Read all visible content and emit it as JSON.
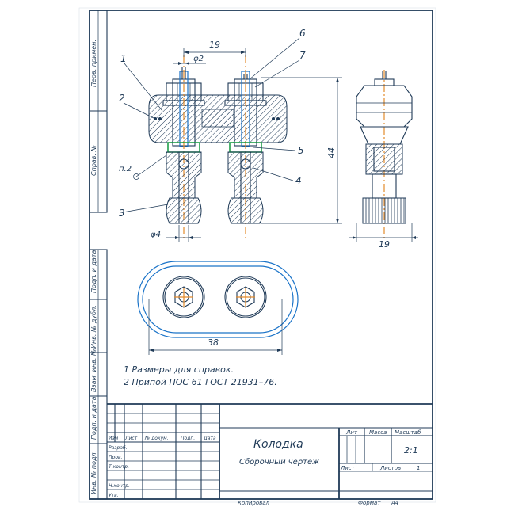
{
  "side_labels": {
    "perv_primen": "Перв. примен.",
    "sprav_no": "Справ. №",
    "podp_data_1": "Подп. и дата",
    "inv_dubl": "Инв. № дубл.",
    "vzam_inv": "Взам. инв. №",
    "podp_data_2": "Подп. и дата",
    "inv_podl": "Инв. № подл."
  },
  "dimensions": {
    "d19_top": "19",
    "phi2": "φ2",
    "d44": "44",
    "phi4": "φ4",
    "d19_side": "19",
    "d38": "38",
    "p2": "п.2"
  },
  "callouts": [
    "1",
    "2",
    "3",
    "4",
    "5",
    "6",
    "7"
  ],
  "notes": {
    "n1": "1  Размеры для справок.",
    "n2": "2  Припой ПОС 61 ГОСТ 21931–76."
  },
  "title_block": {
    "name": "Колодка",
    "doc_type": "Сборочный чертеж",
    "headers": {
      "izm": "Изм",
      "list": "Лист",
      "no_dokum": "№ докум.",
      "podp": "Подп.",
      "data": "Дата"
    },
    "roles": [
      "Разраб.",
      "Пров.",
      "Т.контр.",
      "Н.контр.",
      "Утв."
    ],
    "lit": "Лит",
    "massa": "Масса",
    "masshtab": "Масштаб",
    "scale": "2:1",
    "list_label": "Лист",
    "listov_label": "Листов",
    "listov_value": "1",
    "copied": "Копировал",
    "format": "Формат",
    "format_value": "А4"
  },
  "colors": {
    "ink": "#1f3a57",
    "blue": "#1a73c8",
    "orange": "#e38b2c",
    "green": "#21a04a"
  }
}
